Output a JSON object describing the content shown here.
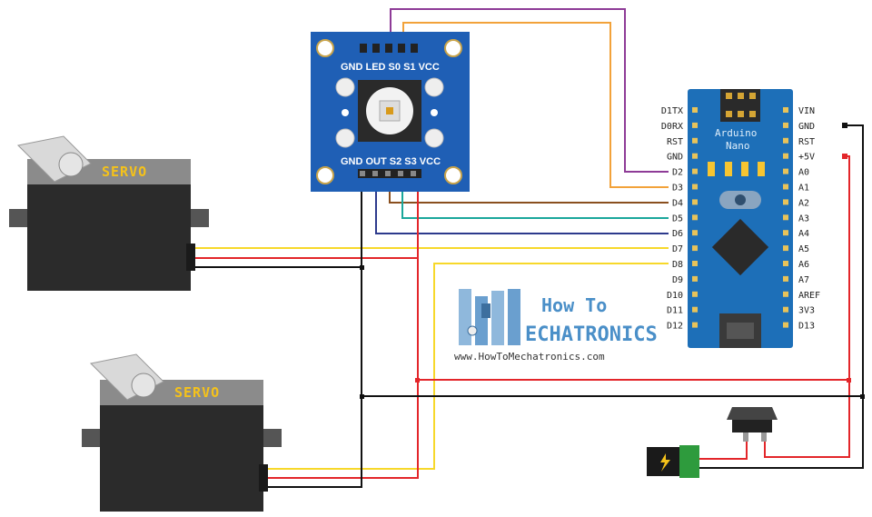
{
  "sensor": {
    "top_header": "GND LED S0 S1 VCC",
    "bottom_header": "GND OUT S2 S3 VCC"
  },
  "arduino": {
    "name_line1": "Arduino",
    "name_line2": "Nano",
    "left_pins": [
      "D1TX",
      "D0RX",
      "RST",
      "GND",
      "D2",
      "D3",
      "D4",
      "D5",
      "D6",
      "D7",
      "D8",
      "D9",
      "D10",
      "D11",
      "D12"
    ],
    "right_pins": [
      "VIN",
      "GND",
      "RST",
      "+5V",
      "A0",
      "A1",
      "A2",
      "A3",
      "A4",
      "A5",
      "A6",
      "A7",
      "AREF",
      "3V3",
      "D13"
    ]
  },
  "servos": [
    {
      "label": "SERVO"
    },
    {
      "label": "SERVO"
    }
  ],
  "logo": {
    "line1": "How To",
    "line2": "ECHATRONICS",
    "url": "www.HowToMechatronics.com"
  },
  "colors": {
    "wire_purple": "#8e3b97",
    "wire_orange": "#f2a23a",
    "wire_brown": "#8a4f1e",
    "wire_teal": "#1aa79b",
    "wire_navy": "#2d3a8c",
    "wire_yellow": "#f7d82a",
    "wire_red": "#e3262a",
    "wire_black": "#111111",
    "board_blue": "#1d6fb8",
    "sensor_blue": "#1f5fb5"
  }
}
